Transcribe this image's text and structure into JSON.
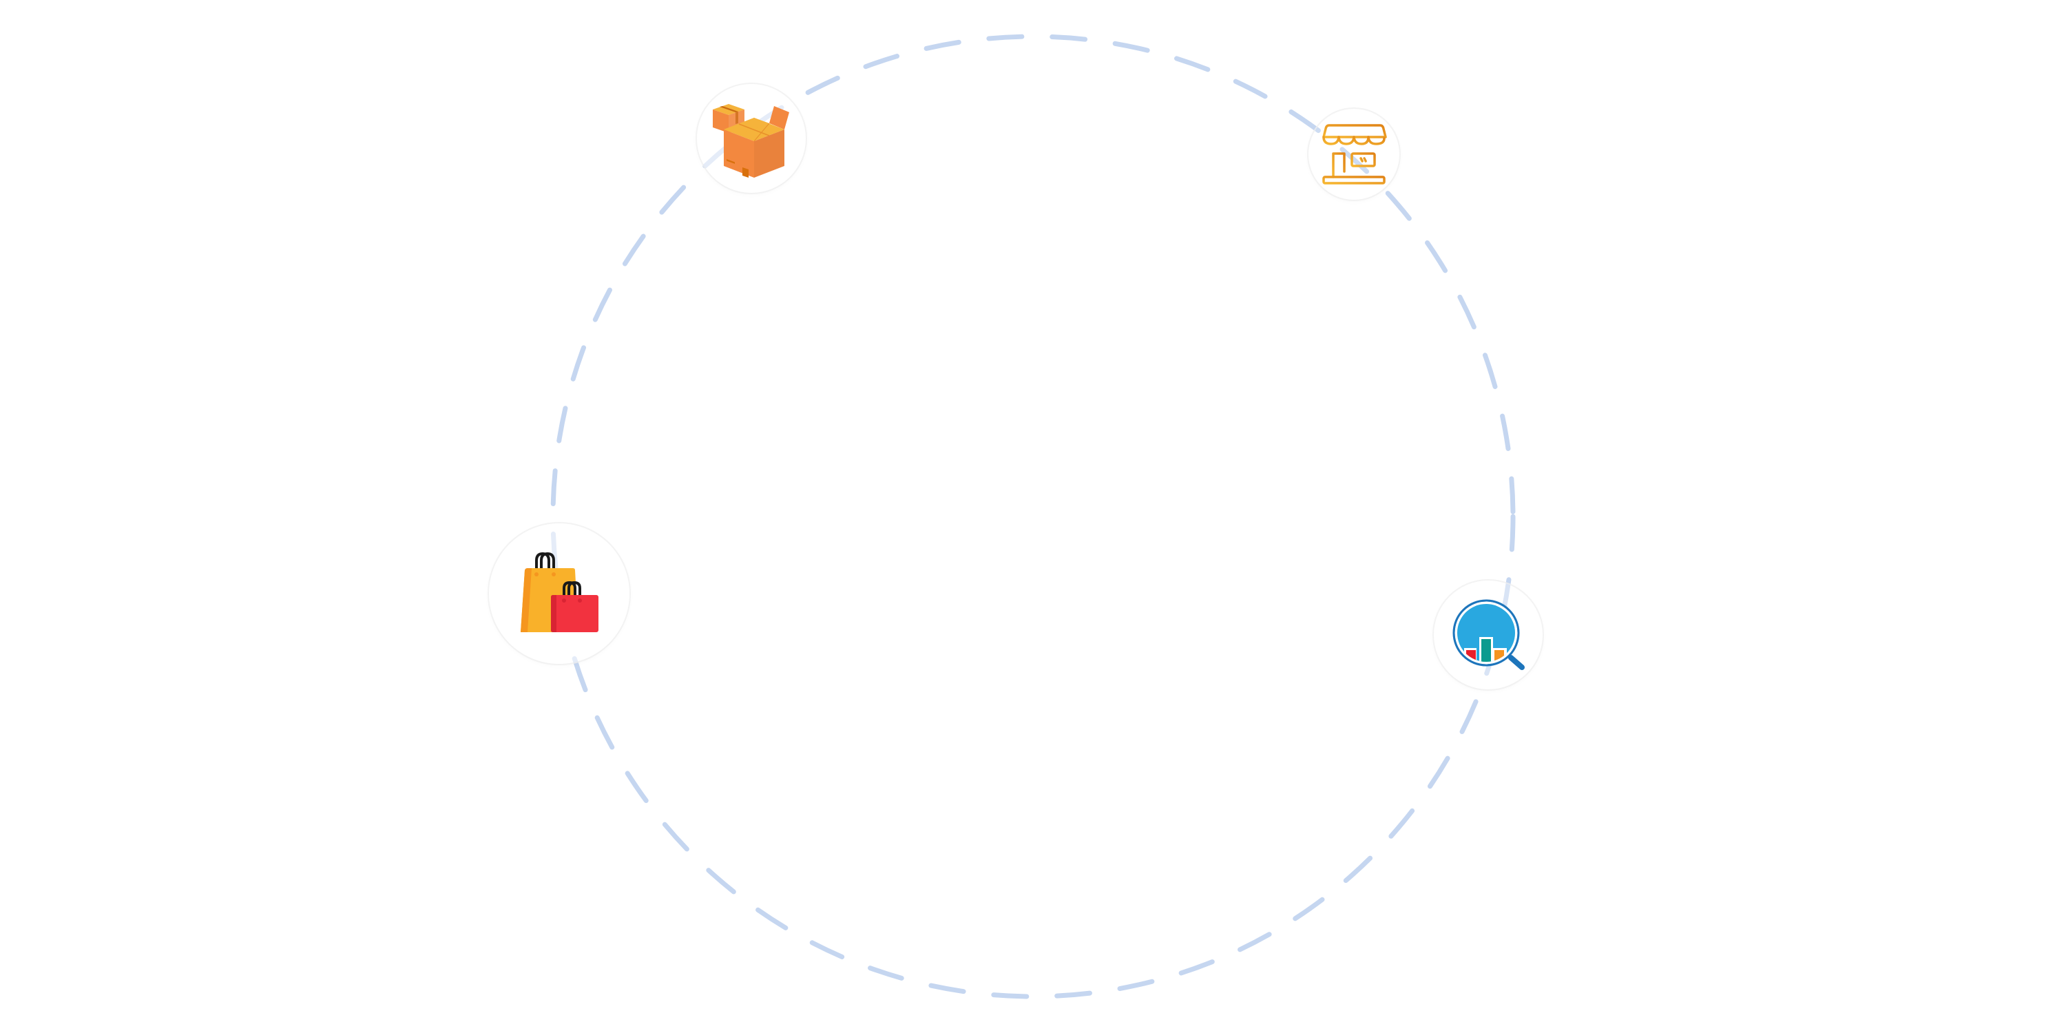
{
  "diagram": {
    "type": "orbit",
    "ring": {
      "style": "dashed",
      "color": "#c5d6f0"
    },
    "nodes": [
      {
        "id": "packages",
        "icon": "open-cardboard-boxes-icon",
        "angle_deg": -124,
        "colors": {
          "primary": "#f3883f",
          "top": "#f5b33b",
          "tape": "#c96a12",
          "label": "#d8700c"
        }
      },
      {
        "id": "storefront",
        "icon": "storefront-icon",
        "angle_deg": -49,
        "colors": {
          "stroke_start": "#f7b731",
          "stroke_end": "#e08316"
        }
      },
      {
        "id": "shopping",
        "icon": "shopping-bags-icon",
        "angle_deg": 170,
        "colors": {
          "bag_large": "#f9b12a",
          "bag_large_side": "#f5961f",
          "bag_small": "#f2323f",
          "bag_small_side": "#d92433",
          "handle": "#1a1a1a"
        }
      },
      {
        "id": "analytics",
        "icon": "magnifier-bar-chart-icon",
        "angle_deg": 14,
        "colors": {
          "lens": "#29a8e0",
          "rim": "#1d75bb",
          "bar_red": "#ea1e2a",
          "bar_teal": "#0c9b8f",
          "bar_orange": "#f6941f"
        }
      }
    ]
  }
}
